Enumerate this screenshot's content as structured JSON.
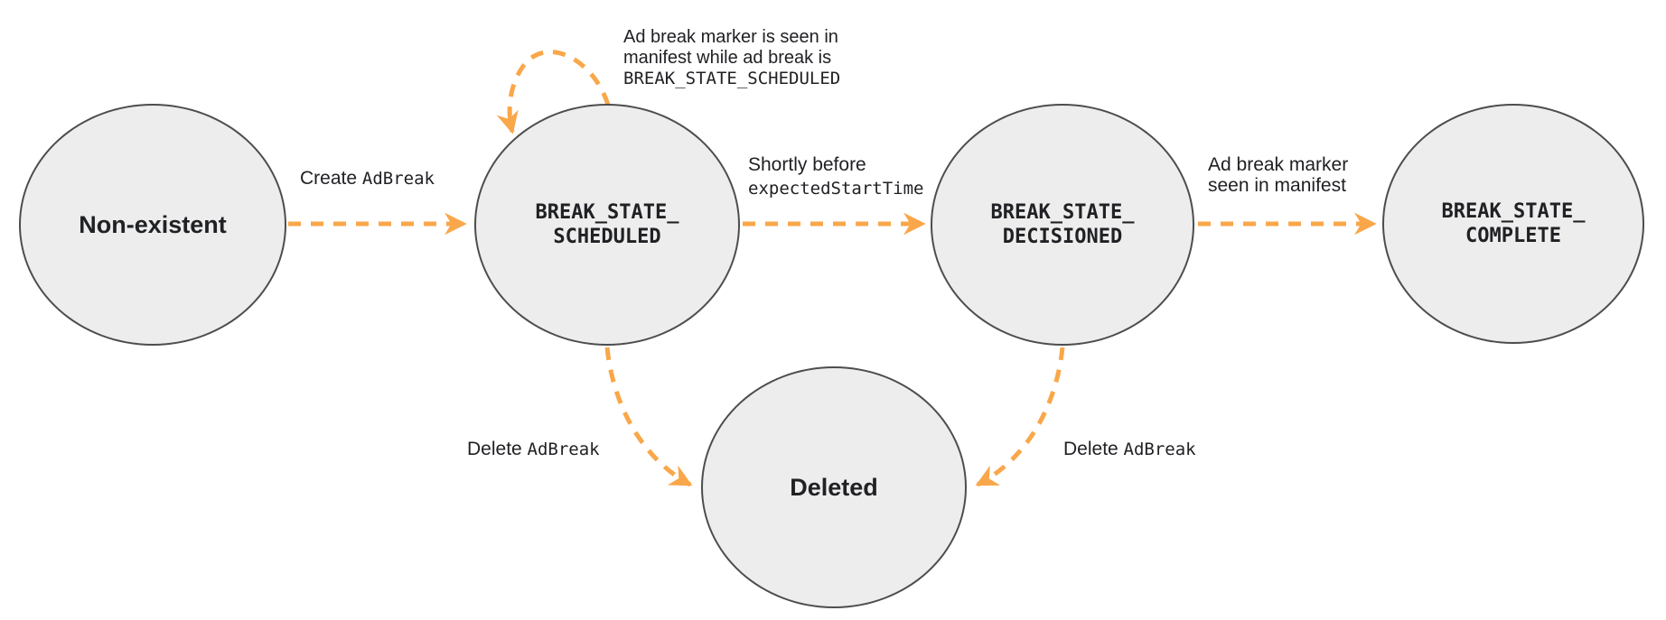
{
  "colors": {
    "arrow": "#F9A74A",
    "state_fill": "#EDEDED",
    "state_border": "#4D4D4D",
    "text": "#202124"
  },
  "states": {
    "non_existent": {
      "label": "Non-existent"
    },
    "scheduled": {
      "line1": "BREAK_STATE_",
      "line2": "SCHEDULED"
    },
    "decisioned": {
      "line1": "BREAK_STATE_",
      "line2": "DECISIONED"
    },
    "complete": {
      "line1": "BREAK_STATE_",
      "line2": "COMPLETE"
    },
    "deleted": {
      "label": "Deleted"
    }
  },
  "edges": {
    "create": {
      "plain": "Create ",
      "code": "AdBreak"
    },
    "self_loop": {
      "line1": "Ad break marker is seen in",
      "line2": "manifest while ad break is",
      "line3": "BREAK_STATE_SCHEDULED"
    },
    "before_start": {
      "line1": "Shortly before",
      "code": "expectedStartTime"
    },
    "marker_seen": {
      "line1": "Ad break marker",
      "line2": "seen in manifest"
    },
    "delete_from_scheduled": {
      "plain": "Delete ",
      "code": "AdBreak"
    },
    "delete_from_decisioned": {
      "plain": "Delete ",
      "code": "AdBreak"
    }
  }
}
